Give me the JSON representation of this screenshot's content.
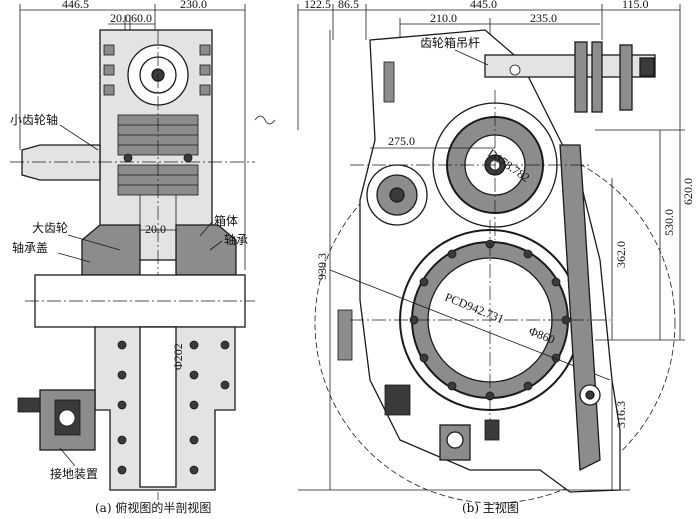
{
  "left_view": {
    "dims": {
      "top_left": "446.5",
      "top_right": "230.0",
      "small_a": "20.0",
      "small_b": "60.0",
      "mid": "20.0",
      "diameter": "Φ202"
    },
    "labels": {
      "pinion_shaft": "小齿轮轴",
      "big_gear": "大齿轮",
      "bearing_cover": "轴承盖",
      "housing": "箱体",
      "bearing": "轴承",
      "grounding": "接地装置"
    },
    "caption": "(a)  俯视图的半剖视图"
  },
  "right_view": {
    "dims": {
      "d1": "122.5",
      "d2": "86.5",
      "d3": "445.0",
      "d4": "115.0",
      "d5": "210.0",
      "d6": "235.0",
      "d7": "275.0",
      "d8": "D178.782",
      "d9": "620.0",
      "d10": "530.0",
      "d11": "362.0",
      "d12": "939.3",
      "d13": "PCD942.731",
      "d14": "Φ860",
      "d15": "316.3"
    },
    "labels": {
      "hanger_rod": "齿轮箱吊杆"
    },
    "caption": "(b)  主视图"
  }
}
